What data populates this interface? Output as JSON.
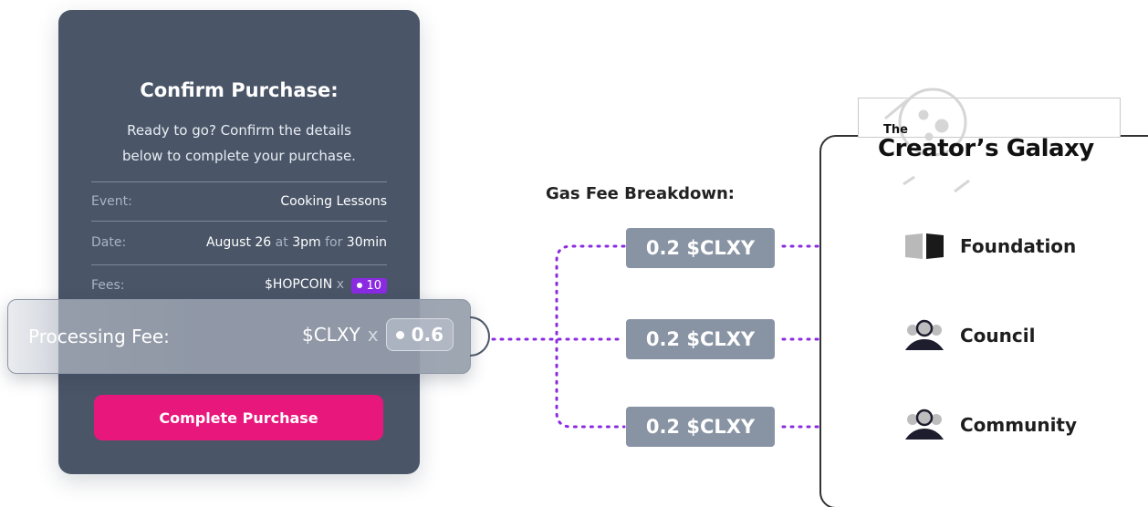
{
  "purchase": {
    "title": "Confirm Purchase:",
    "subtitle_line1": "Ready to go? Confirm the details",
    "subtitle_line2": "below to complete your purchase.",
    "event_label": "Event:",
    "event_value": "Cooking Lessons",
    "date_label": "Date:",
    "date_day": "August 26",
    "date_at": "at",
    "date_time": "3pm",
    "date_for": "for",
    "date_duration": "30min",
    "fees_label": "Fees:",
    "fees_token": "$HOPCOIN",
    "fees_x": "x",
    "fees_amount": "10",
    "button_label": "Complete Purchase"
  },
  "processing": {
    "label": "Processing Fee:",
    "token": "$CLXY",
    "x": "x",
    "amount": "0.6"
  },
  "gas": {
    "title": "Gas Fee Breakdown:",
    "fees": [
      "0.2 $CLXY",
      "0.2 $CLXY",
      "0.2 $CLXY"
    ]
  },
  "galaxy": {
    "logo_the": "The",
    "logo_name": "Creator’s Galaxy",
    "destinations": [
      {
        "name": "Foundation",
        "icon": "book-icon"
      },
      {
        "name": "Council",
        "icon": "people-icon"
      },
      {
        "name": "Community",
        "icon": "people-icon"
      }
    ]
  },
  "colors": {
    "card": "#4a5668",
    "button": "#e8177c",
    "accent_purple": "#8a2be2",
    "fee_box": "#8893a4"
  }
}
